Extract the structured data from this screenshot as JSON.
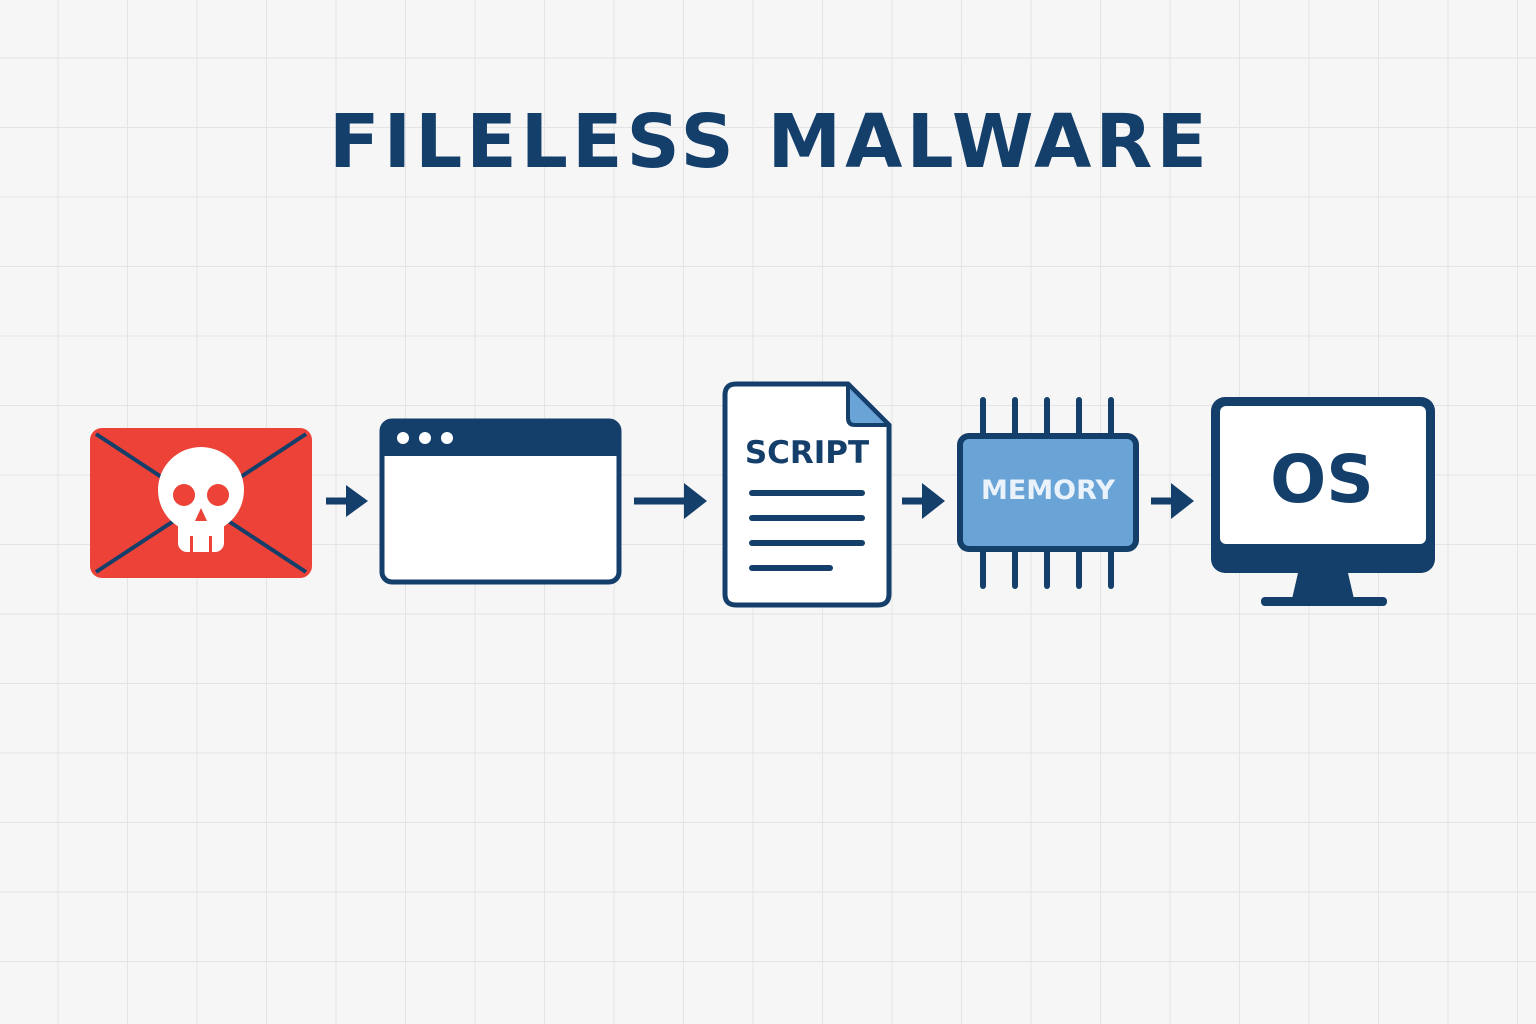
{
  "title": "FILELESS MALWARE",
  "colors": {
    "navy": "#143f6b",
    "red": "#ec4237",
    "memory_fill": "#6aa3d6",
    "memory_text": "#eaf3fb",
    "white": "#ffffff",
    "grid_background": "#f6f6f6",
    "doc_fold": "#6aa3d6"
  },
  "steps": [
    {
      "id": "email",
      "icon": "malicious-email-icon"
    },
    {
      "id": "browser",
      "icon": "browser-window-icon"
    },
    {
      "id": "script",
      "icon": "script-document-icon",
      "label": "SCRIPT"
    },
    {
      "id": "memory",
      "icon": "memory-chip-icon",
      "label": "MEMORY"
    },
    {
      "id": "os",
      "icon": "monitor-icon",
      "label": "OS"
    }
  ],
  "connectors": [
    {
      "from": "email",
      "to": "browser",
      "icon": "arrow-right-icon"
    },
    {
      "from": "browser",
      "to": "script",
      "icon": "arrow-right-icon"
    },
    {
      "from": "script",
      "to": "memory",
      "icon": "arrow-right-icon"
    },
    {
      "from": "memory",
      "to": "os",
      "icon": "arrow-right-icon"
    }
  ]
}
